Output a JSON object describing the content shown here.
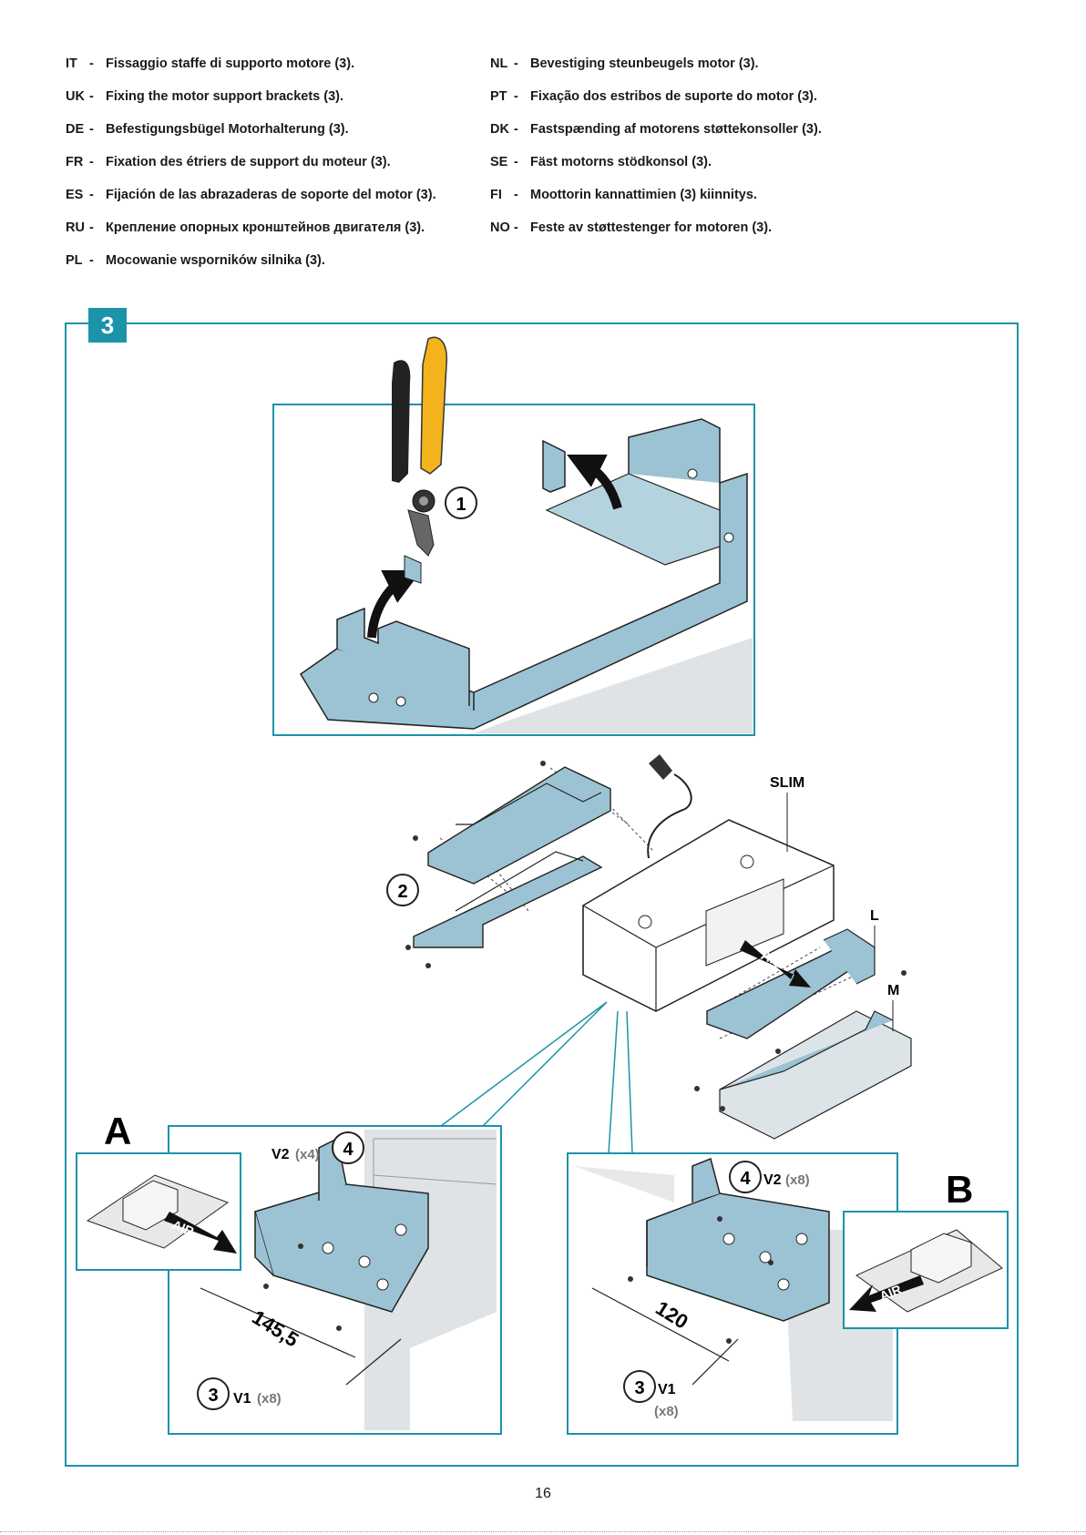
{
  "instructions": [
    {
      "code": "IT",
      "text": "Fissaggio staffe di supporto motore (3)."
    },
    {
      "code": "UK",
      "text": "Fixing the motor support brackets (3)."
    },
    {
      "code": "DE",
      "text": "Befestigungsbügel Motorhalterung (3)."
    },
    {
      "code": "FR",
      "text": "Fixation des étriers de support du moteur (3)."
    },
    {
      "code": "ES",
      "text": "Fijación de las abrazaderas de soporte del motor (3)."
    },
    {
      "code": "RU",
      "text": "Крепление опорных кронштейнов двигателя (3)."
    },
    {
      "code": "PL",
      "text": "Mocowanie wsporników silnika (3)."
    },
    {
      "code": "NL",
      "text": "Bevestiging steunbeugels motor (3)."
    },
    {
      "code": "PT",
      "text": "Fixação dos estribos de suporte do motor (3)."
    },
    {
      "code": "DK",
      "text": "Fastspænding af motorens støttekonsoller (3)."
    },
    {
      "code": "SE",
      "text": "Fäst motorns stödkonsol (3)."
    },
    {
      "code": "FI",
      "text": "Moottorin kannattimien (3) kiinnitys."
    },
    {
      "code": "NO",
      "text": "Feste av støttestenger for motoren (3)."
    }
  ],
  "dash": "-",
  "step_number": "3",
  "figure": {
    "callout_1": "1",
    "callout_2": "2",
    "callout_3": "3",
    "callout_4": "4",
    "label_slim": "SLIM",
    "label_l": "L",
    "label_m": "M",
    "label_air": "AIR",
    "detail_a": "A",
    "detail_b": "B",
    "a_screw_v2": "V2",
    "a_screw_v2_qty": "(x4)",
    "a_screw_v1": "V1",
    "a_screw_v1_qty": "(x8)",
    "a_dimension": "145,5",
    "b_screw_v2": "V2",
    "b_screw_v2_qty": "(x8)",
    "b_screw_v1": "V1",
    "b_screw_v1_qty": "(x8)",
    "b_dimension": "120"
  },
  "colors": {
    "accent": "#1b93a8",
    "bracket": "#9cc3d3",
    "handle_yellow": "#f2b31c"
  },
  "page_number": "16"
}
